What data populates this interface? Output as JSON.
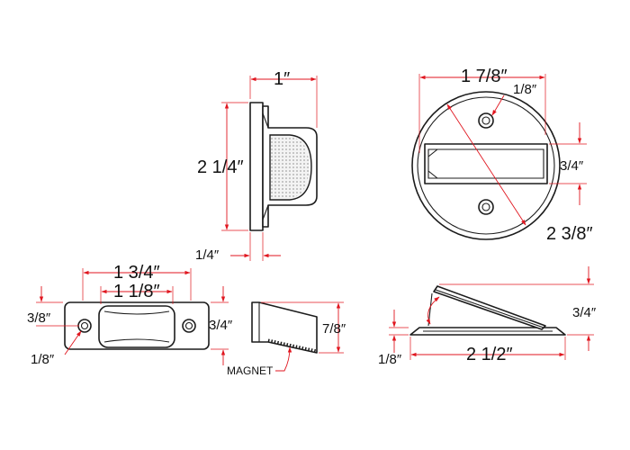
{
  "colors": {
    "dimension": "#e0161f",
    "outline": "#1c1c1c"
  },
  "side_view": {
    "width": "1″",
    "height": "2 1/4″",
    "base": "1/4″"
  },
  "round_view": {
    "diameter": "1 7/8″",
    "hole": "1/8″",
    "slot": "3/4″",
    "overall": "2 3/8″"
  },
  "strike_plate": {
    "length": "1 3/4″",
    "hole_spacing": "1 1/8″",
    "height": "3/4″",
    "edge": "3/8″",
    "hole": "1/8″"
  },
  "magnet_view": {
    "height": "7/8″",
    "label": "MAGNET"
  },
  "open_view": {
    "rise": "3/4″",
    "thickness": "1/8″",
    "length": "2 1/2″"
  }
}
